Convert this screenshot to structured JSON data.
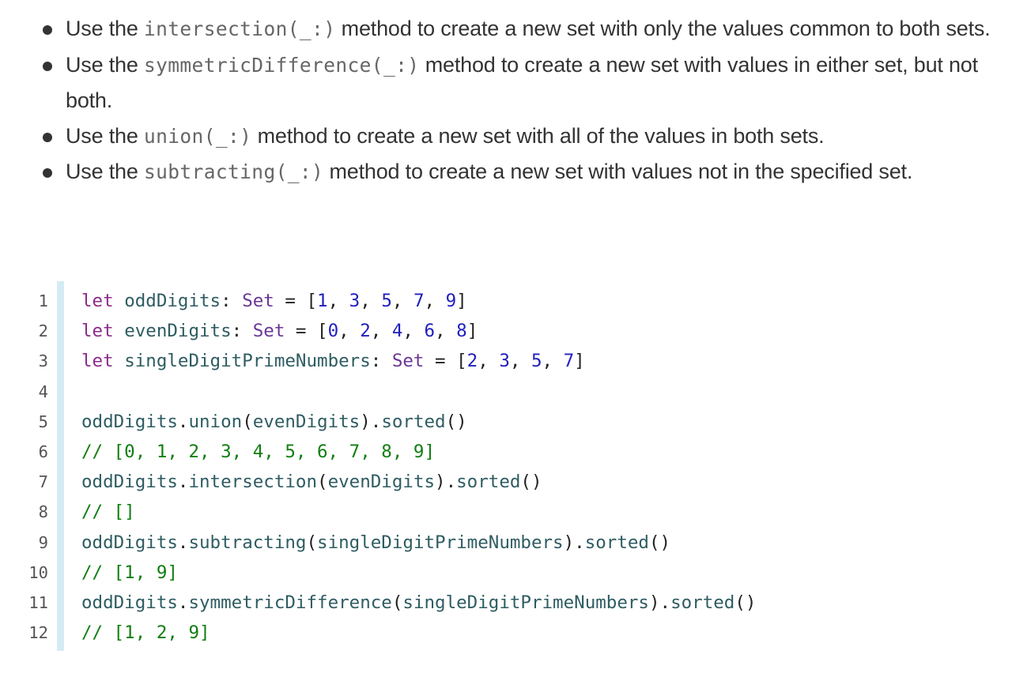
{
  "bullets": [
    {
      "prefix": "Use the ",
      "code": "intersection(_:)",
      "suffix": " method to create a new set with only the values common to both sets."
    },
    {
      "prefix": "Use the ",
      "code": "symmetricDifference(_:)",
      "suffix": " method to create a new set with values in either set, but not both."
    },
    {
      "prefix": "Use the ",
      "code": "union(_:)",
      "suffix": " method to create a new set with all of the values in both sets."
    },
    {
      "prefix": "Use the ",
      "code": "subtracting(_:)",
      "suffix": " method to create a new set with values not in the specified set."
    }
  ],
  "code": {
    "lines": [
      {
        "num": "1",
        "tokens": [
          {
            "t": "let",
            "c": "kw"
          },
          {
            "t": " ",
            "c": "pl"
          },
          {
            "t": "oddDigits",
            "c": "id"
          },
          {
            "t": ": ",
            "c": "pl"
          },
          {
            "t": "Set",
            "c": "ty"
          },
          {
            "t": " = [",
            "c": "pl"
          },
          {
            "t": "1",
            "c": "num"
          },
          {
            "t": ", ",
            "c": "pl"
          },
          {
            "t": "3",
            "c": "num"
          },
          {
            "t": ", ",
            "c": "pl"
          },
          {
            "t": "5",
            "c": "num"
          },
          {
            "t": ", ",
            "c": "pl"
          },
          {
            "t": "7",
            "c": "num"
          },
          {
            "t": ", ",
            "c": "pl"
          },
          {
            "t": "9",
            "c": "num"
          },
          {
            "t": "]",
            "c": "pl"
          }
        ]
      },
      {
        "num": "2",
        "tokens": [
          {
            "t": "let",
            "c": "kw"
          },
          {
            "t": " ",
            "c": "pl"
          },
          {
            "t": "evenDigits",
            "c": "id"
          },
          {
            "t": ": ",
            "c": "pl"
          },
          {
            "t": "Set",
            "c": "ty"
          },
          {
            "t": " = [",
            "c": "pl"
          },
          {
            "t": "0",
            "c": "num"
          },
          {
            "t": ", ",
            "c": "pl"
          },
          {
            "t": "2",
            "c": "num"
          },
          {
            "t": ", ",
            "c": "pl"
          },
          {
            "t": "4",
            "c": "num"
          },
          {
            "t": ", ",
            "c": "pl"
          },
          {
            "t": "6",
            "c": "num"
          },
          {
            "t": ", ",
            "c": "pl"
          },
          {
            "t": "8",
            "c": "num"
          },
          {
            "t": "]",
            "c": "pl"
          }
        ]
      },
      {
        "num": "3",
        "tokens": [
          {
            "t": "let",
            "c": "kw"
          },
          {
            "t": " ",
            "c": "pl"
          },
          {
            "t": "singleDigitPrimeNumbers",
            "c": "id"
          },
          {
            "t": ": ",
            "c": "pl"
          },
          {
            "t": "Set",
            "c": "ty"
          },
          {
            "t": " = [",
            "c": "pl"
          },
          {
            "t": "2",
            "c": "num"
          },
          {
            "t": ", ",
            "c": "pl"
          },
          {
            "t": "3",
            "c": "num"
          },
          {
            "t": ", ",
            "c": "pl"
          },
          {
            "t": "5",
            "c": "num"
          },
          {
            "t": ", ",
            "c": "pl"
          },
          {
            "t": "7",
            "c": "num"
          },
          {
            "t": "]",
            "c": "pl"
          }
        ]
      },
      {
        "num": "4",
        "tokens": []
      },
      {
        "num": "5",
        "tokens": [
          {
            "t": "oddDigits",
            "c": "id"
          },
          {
            "t": ".",
            "c": "pl"
          },
          {
            "t": "union",
            "c": "id"
          },
          {
            "t": "(",
            "c": "pl"
          },
          {
            "t": "evenDigits",
            "c": "id"
          },
          {
            "t": ").",
            "c": "pl"
          },
          {
            "t": "sorted",
            "c": "id"
          },
          {
            "t": "()",
            "c": "pl"
          }
        ]
      },
      {
        "num": "6",
        "tokens": [
          {
            "t": "// [0, 1, 2, 3, 4, 5, 6, 7, 8, 9]",
            "c": "cm"
          }
        ]
      },
      {
        "num": "7",
        "tokens": [
          {
            "t": "oddDigits",
            "c": "id"
          },
          {
            "t": ".",
            "c": "pl"
          },
          {
            "t": "intersection",
            "c": "id"
          },
          {
            "t": "(",
            "c": "pl"
          },
          {
            "t": "evenDigits",
            "c": "id"
          },
          {
            "t": ").",
            "c": "pl"
          },
          {
            "t": "sorted",
            "c": "id"
          },
          {
            "t": "()",
            "c": "pl"
          }
        ]
      },
      {
        "num": "8",
        "tokens": [
          {
            "t": "// []",
            "c": "cm"
          }
        ]
      },
      {
        "num": "9",
        "tokens": [
          {
            "t": "oddDigits",
            "c": "id"
          },
          {
            "t": ".",
            "c": "pl"
          },
          {
            "t": "subtracting",
            "c": "id"
          },
          {
            "t": "(",
            "c": "pl"
          },
          {
            "t": "singleDigitPrimeNumbers",
            "c": "id"
          },
          {
            "t": ").",
            "c": "pl"
          },
          {
            "t": "sorted",
            "c": "id"
          },
          {
            "t": "()",
            "c": "pl"
          }
        ]
      },
      {
        "num": "10",
        "tokens": [
          {
            "t": "// [1, 9]",
            "c": "cm"
          }
        ]
      },
      {
        "num": "11",
        "tokens": [
          {
            "t": "oddDigits",
            "c": "id"
          },
          {
            "t": ".",
            "c": "pl"
          },
          {
            "t": "symmetricDifference",
            "c": "id"
          },
          {
            "t": "(",
            "c": "pl"
          },
          {
            "t": "singleDigitPrimeNumbers",
            "c": "id"
          },
          {
            "t": ").",
            "c": "pl"
          },
          {
            "t": "sorted",
            "c": "id"
          },
          {
            "t": "()",
            "c": "pl"
          }
        ]
      },
      {
        "num": "12",
        "tokens": [
          {
            "t": "// [1, 2, 9]",
            "c": "cm"
          }
        ]
      }
    ]
  }
}
